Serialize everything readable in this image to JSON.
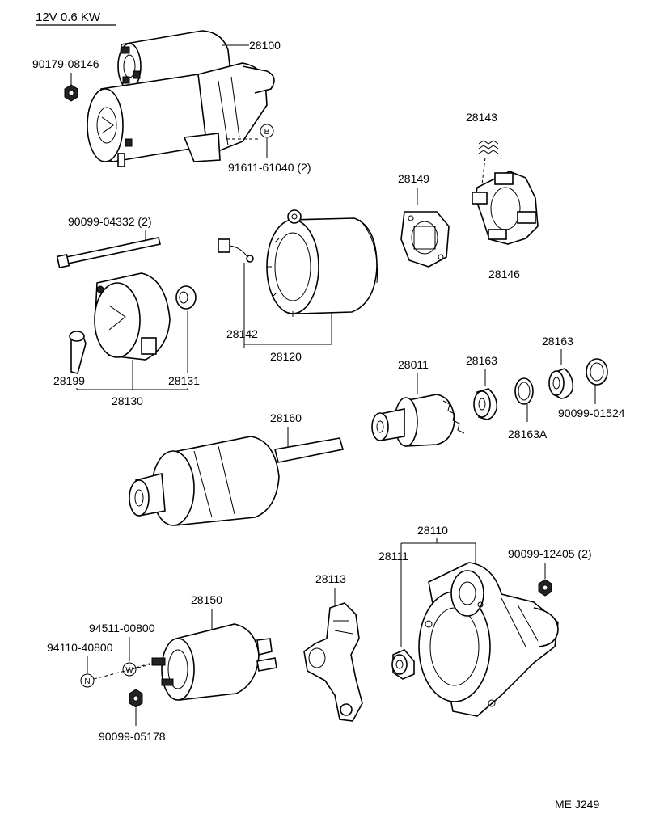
{
  "header": {
    "title": "12V 0.6 KW"
  },
  "footer": {
    "code": "ME J249"
  },
  "parts": {
    "p28100": "28100",
    "p90179": "90179-08146",
    "p91611": "91611-61040 (2)",
    "p28143": "28143",
    "p28149": "28149",
    "p28146": "28146",
    "p90099_04332": "90099-04332 (2)",
    "p28142": "28142",
    "p28120": "28120",
    "p28199": "28199",
    "p28131": "28131",
    "p28130": "28130",
    "p28011": "28011",
    "p28163a": "28163",
    "p28163b": "28163",
    "p90099_01524": "90099-01524",
    "p28163A": "28163A",
    "p28160": "28160",
    "p28110": "28110",
    "p28111": "28111",
    "p90099_12405": "90099-12405 (2)",
    "p28113": "28113",
    "p28150": "28150",
    "p94511": "94511-00800",
    "p94110": "94110-40800",
    "p90099_05178": "90099-05178"
  },
  "markers": {
    "b": "B",
    "n": "N",
    "w": "W"
  }
}
